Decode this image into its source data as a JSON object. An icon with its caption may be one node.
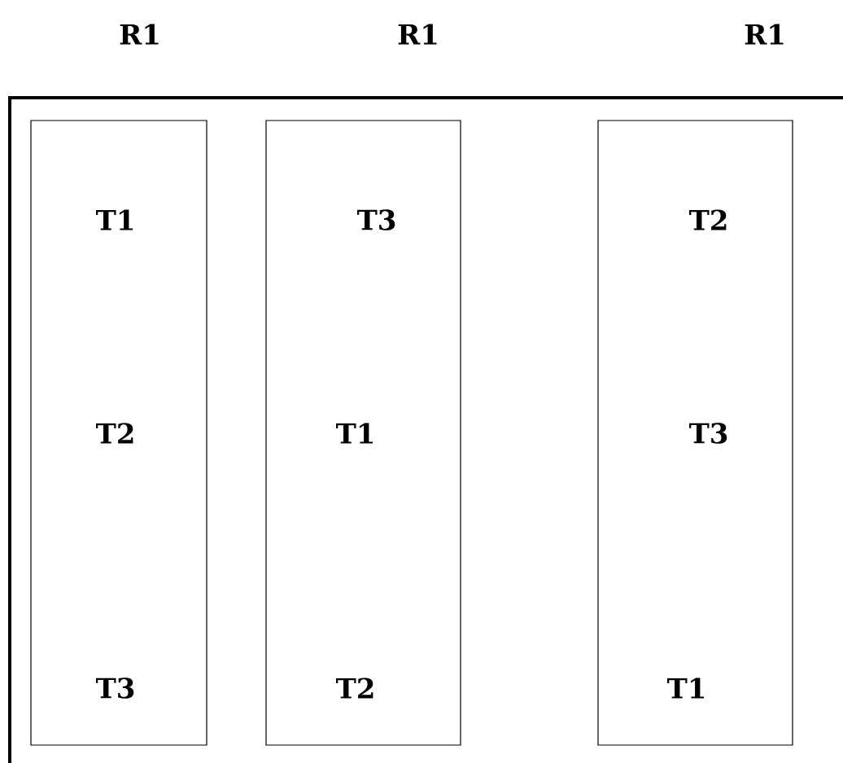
{
  "diagram": {
    "nodes": [
      {
        "text": [
          "R1",
          "T1",
          "T2",
          "T3"
        ]
      },
      {
        "text": [
          "R1",
          "T3",
          "T1",
          "T2"
        ]
      },
      {
        "text": [
          "R1",
          "T2",
          "T3",
          "T1"
        ]
      }
    ]
  }
}
